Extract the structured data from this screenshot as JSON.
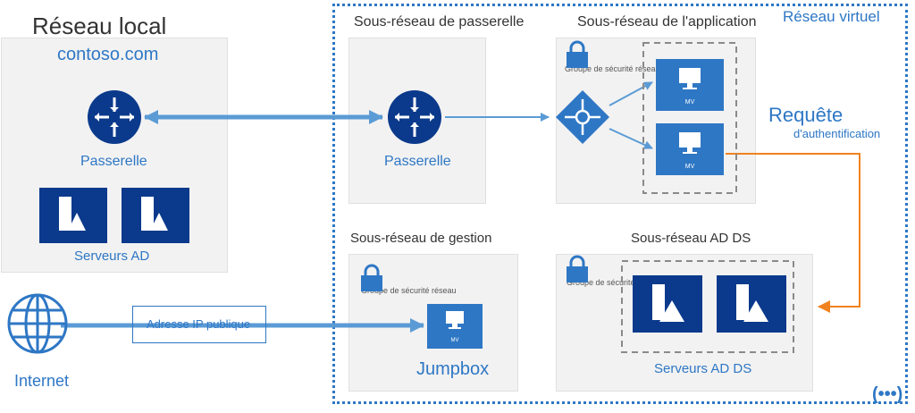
{
  "onprem": {
    "title": "Réseau local",
    "domain": "contoso.com",
    "gateway_label": "Passerelle",
    "servers_label": "Serveurs AD"
  },
  "vnet": {
    "title": "Réseau virtuel",
    "gateway_subnet": {
      "title": "Sous-réseau de passerelle",
      "gateway_label": "Passerelle"
    },
    "app_subnet": {
      "title": "Sous-réseau de l'application",
      "nsg_label": "Groupe de sécurité réseau",
      "vm1": "MV",
      "vm2": "MV"
    },
    "mgmt_subnet": {
      "title": "Sous-réseau de gestion",
      "nsg_label": "Groupe de sécurité réseau",
      "vm": "MV",
      "jumpbox": "Jumpbox"
    },
    "adds_subnet": {
      "title": "Sous-réseau AD DS",
      "nsg_label": "Groupe de sécurité réseau",
      "servers_label": "Serveurs AD DS"
    }
  },
  "auth_request": {
    "line1": "Requête",
    "line2": "d'authentification"
  },
  "internet": {
    "label": "Internet",
    "public_ip": "Adresse IP publique"
  },
  "colors": {
    "azure": "#2e77c5",
    "navy": "#0b3a8c",
    "orange": "#f0821f",
    "panel": "#f2f2f2"
  }
}
